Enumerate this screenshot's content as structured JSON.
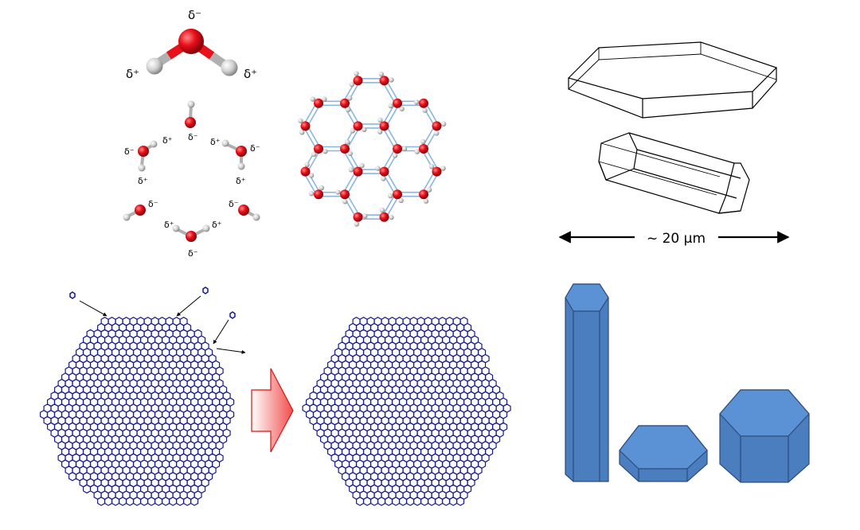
{
  "labels": {
    "delta_minus": "δ⁻",
    "delta_plus": "δ⁺",
    "scale_label": "~ 20 µm"
  },
  "colors": {
    "oxygen": "#e8101a",
    "hydrogen": "#c8c8c8",
    "bond": "#8ab6e0",
    "crystal_cell_fill": "#ffffff",
    "crystal_cell_stroke": "#161b8a",
    "prism_front": "#4a7ebf",
    "prism_top": "#5b92d6",
    "prism_stroke": "#2e4d7a",
    "arrow_gradient_start": "#ffffff",
    "arrow_gradient_end": "#f24c4c"
  },
  "icons": {
    "water_molecule": "water-molecule-icon",
    "ice_lattice": "ice-lattice-icon",
    "hex_plate": "hexagonal-plate-outline-icon",
    "hex_column": "hexagonal-column-outline-icon",
    "growth_arrow": "growth-arrow-icon"
  }
}
